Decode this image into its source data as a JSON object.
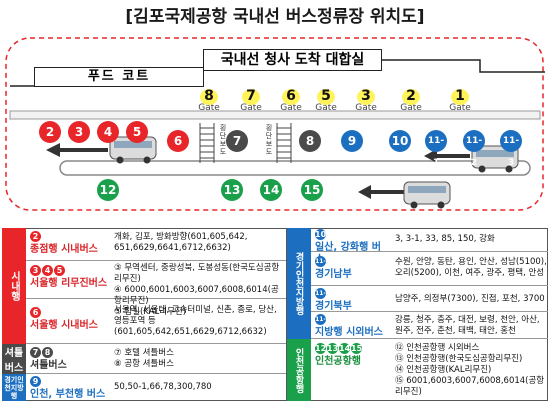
{
  "title": "[김포국제공항 국내선 버스정류장 위치도]",
  "hall_label": "국내선 청사 도착 대합실",
  "food_court": "푸드 코트",
  "gate_label": "Gate",
  "gates": [
    "8",
    "7",
    "6",
    "5",
    "3",
    "2",
    "1"
  ],
  "crosswalk_label": "횡단보도",
  "stops_top": [
    "2",
    "3",
    "4",
    "5",
    "6",
    "7",
    "8",
    "9",
    "10",
    "11-1",
    "11-2",
    "11-3"
  ],
  "stops_bottom": [
    "12",
    "13",
    "14",
    "15"
  ],
  "colors": {
    "red": "#e8262a",
    "dark": "#4a4a4a",
    "blue": "#1c6fc0",
    "green": "#1aa04a",
    "border": "#e8262a"
  },
  "table": {
    "left_sections": [
      {
        "label": "시내행",
        "color": "#e8262a"
      },
      {
        "label": "셔틀버스",
        "color": "#4a4a4a"
      },
      {
        "label": "경기인천지방행",
        "color": "#1c6fc0"
      }
    ],
    "left_rows": [
      {
        "stops": [
          "2"
        ],
        "name": "종점행 시내버스",
        "desc": "개화, 김포, 방화방향(601,605,642, 651,6629,6641,6712,6632)"
      },
      {
        "stops": [
          "3",
          "4",
          "5"
        ],
        "name": "서울행 리무진버스",
        "desc": "③ 무역센터, 중랑성북, 도봉성동(한국도심공항리무진)\n④ 6000,6001,6003,6007,6008,6014(공항리무진)\n⑤ 잠실(KAL리무진)"
      },
      {
        "stops": [
          "6"
        ],
        "name": "서울행 시내버스",
        "desc": "서울역, 서울대, 고속터미널, 신촌, 종로, 당산, 영등포역 등 (601,605,642,651,6629,6712,6632)"
      },
      {
        "stops": [
          "7",
          "8"
        ],
        "name": "셔틀버스",
        "desc": "⑦ 호텔 셔틀버스\n⑧ 공항 셔틀버스"
      },
      {
        "stops": [
          "9"
        ],
        "name": "인천, 부천행 버스",
        "desc": "50,50-1,66,78,300,780"
      }
    ],
    "right_sections": [
      {
        "label": "경기인천지방행",
        "color": "#1c6fc0"
      },
      {
        "label": "인천공항행",
        "color": "#1aa04a"
      }
    ],
    "right_rows": [
      {
        "stops": [
          "10"
        ],
        "name": "일산, 강화행 버스",
        "desc": "3, 3-1, 33, 85, 150, 강화"
      },
      {
        "stops": [
          "11-1"
        ],
        "name": "경기남부",
        "desc": "수원, 안양, 동탄, 용인, 안산, 성남(5100), 오리(5200), 이천, 여주, 광주, 평택, 안성"
      },
      {
        "stops": [
          "11-2"
        ],
        "name": "경기북부",
        "desc": "남양주, 의정부(7300), 진접, 포천, 3700"
      },
      {
        "stops": [
          "11-3"
        ],
        "name": "지방행 시외버스",
        "desc": "강릉, 청주, 충주, 대전, 보령, 천안, 아산, 원주, 전주, 춘천, 태백, 태안, 홍천"
      },
      {
        "stops": [
          "12",
          "13",
          "14",
          "15"
        ],
        "name": "인천공항행",
        "desc": "⑫ 인천공항행 시외버스\n⑬ 인천공항행(한국도심공항리무진)\n⑭ 인천공항행(KAL리무진)\n⑮ 6001,6003,6007,6008,6014(공항리무진)"
      }
    ]
  }
}
